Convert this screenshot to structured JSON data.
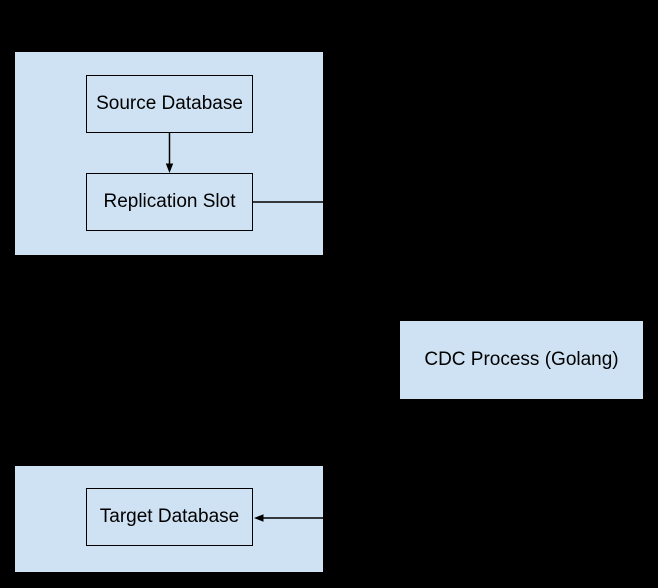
{
  "colors": {
    "background": "#000000",
    "node_fill": "#cfe2f3",
    "node_border": "#000000",
    "connector": "#000000",
    "text": "#000000"
  },
  "nodes": {
    "source_database": {
      "label": "Source Database"
    },
    "replication_slot": {
      "label": "Replication Slot"
    },
    "cdc_process": {
      "label": "CDC Process (Golang)"
    },
    "target_database": {
      "label": "Target Database"
    }
  },
  "connectors": [
    {
      "name": "source-to-replication-arrow",
      "direction": "down"
    },
    {
      "name": "replication-outgoing-line",
      "direction": "right"
    },
    {
      "name": "incoming-target-arrow",
      "direction": "left"
    }
  ]
}
